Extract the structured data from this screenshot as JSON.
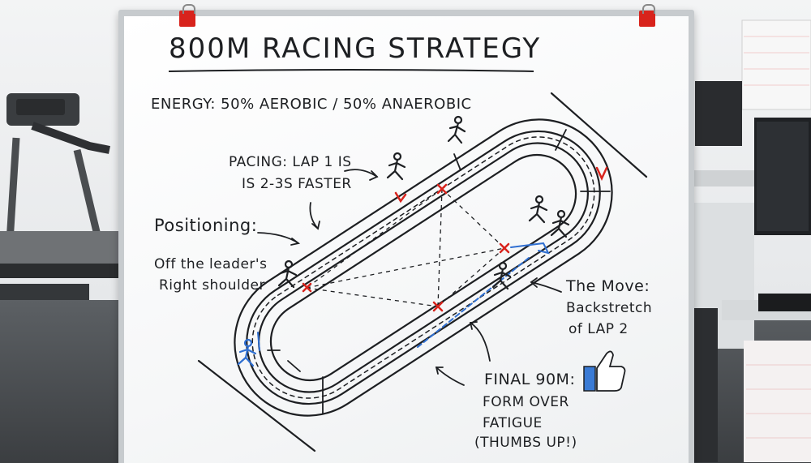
{
  "board": {
    "title": "800M RACING STRATEGY",
    "energy": "ENERGY: 50% AEROBIC / 50% ANAEROBIC",
    "pacing_line1": "PACING: LAP 1 IS",
    "pacing_line2": "IS 2-3S FASTER",
    "positioning": "Positioning:",
    "positioning_line1": "Off the leader's",
    "positioning_line2": "Right shoulder",
    "move_line1": "The Move:",
    "move_line2": "Backstretch",
    "move_line3": "of LAP 2",
    "final_line1": "FINAL 90M:",
    "final_line2": "FORM OVER",
    "final_line3": "FATIGUE",
    "final_line4": "(THUMBS UP!)"
  },
  "colors": {
    "marker_black": "#1d1f22",
    "marker_red": "#d8231c",
    "marker_blue": "#2f6fd1",
    "clip_red": "#d8231c",
    "thumbs_up_blue": "#3a7bd5"
  },
  "icons": [
    "thumbs-up-icon",
    "runner-icon"
  ]
}
